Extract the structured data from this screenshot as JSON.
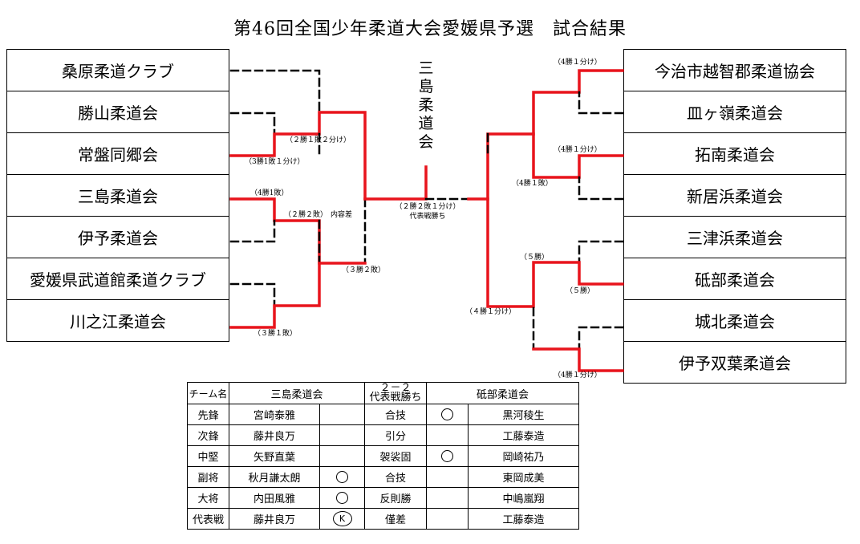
{
  "title": "第46回全国少年柔道大会愛媛県予選　試合結果",
  "left_teams": [
    "桑原柔道クラブ",
    "勝山柔道会",
    "常盤同郷会",
    "三島柔道会",
    "伊予柔道会",
    "愛媛県武道館柔道クラブ",
    "川之江柔道会"
  ],
  "right_teams": [
    "今治市越智郡柔道協会",
    "皿ヶ嶺柔道会",
    "拓南柔道会",
    "新居浜柔道会",
    "三津浜柔道会",
    "砥部柔道会",
    "城北柔道会",
    "伊予双葉柔道会"
  ],
  "champion": "三島柔道会",
  "bracket_labels": {
    "l_r1_tokiwa": "（3勝1敗１分け）",
    "l_r2_top": "（２勝１敗２分け）",
    "l_r2_mishima": "（4勝1敗）",
    "l_r2_mid": "（２勝２敗）",
    "l_r2_mid_note": "内容差",
    "l_r1_kawanoe": "（３勝１敗）",
    "l_semi": "（３勝２敗）",
    "final": "（２勝２敗１分け）",
    "final_note": "代表戦勝ち",
    "r_r1_imabari": "（4勝１分け）",
    "r_r1_takunan": "（4勝１分け）",
    "r_r2_top": "（4勝１敗）",
    "r_r1_tobe_upper": "（５勝）",
    "r_r1_tobe_lower": "（５勝）",
    "r_semi": "（４勝１分け）",
    "r_r1_futaba": "（4勝１分け）"
  },
  "results_table": {
    "header": {
      "role": "チーム名",
      "team_a": "三島柔道会",
      "score": "２－２",
      "score_note": "代表戦勝ち",
      "team_b": "砥部柔道会"
    },
    "rows": [
      {
        "position": "先鋒",
        "player_a": "宮崎泰雅",
        "mark_a": "",
        "result": "合技",
        "mark_b": "○",
        "player_b": "黒河稜生"
      },
      {
        "position": "次鋒",
        "player_a": "藤井良万",
        "mark_a": "",
        "result": "引分",
        "mark_b": "",
        "player_b": "工藤泰造"
      },
      {
        "position": "中堅",
        "player_a": "矢野直葉",
        "mark_a": "",
        "result": "袈裟固",
        "mark_b": "○",
        "player_b": "岡崎祐乃"
      },
      {
        "position": "副将",
        "player_a": "秋月謙太朗",
        "mark_a": "○",
        "result": "合技",
        "mark_b": "",
        "player_b": "東岡成美"
      },
      {
        "position": "大将",
        "player_a": "内田風雅",
        "mark_a": "○",
        "result": "反則勝",
        "mark_b": "",
        "player_b": "中嶋嵐翔"
      },
      {
        "position": "代表戦",
        "player_a": "藤井良万",
        "mark_a": "K",
        "result": "僅差",
        "mark_b": "",
        "player_b": "工藤泰造"
      }
    ]
  },
  "colors": {
    "win": "#e8141c",
    "line": "#000000"
  }
}
